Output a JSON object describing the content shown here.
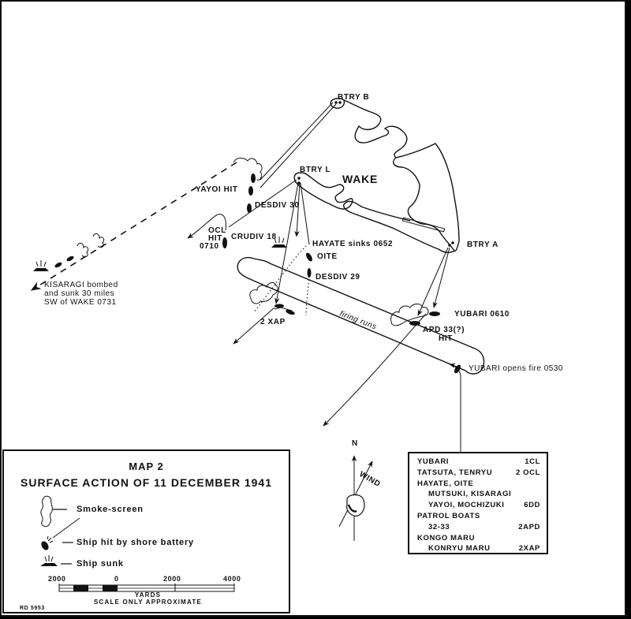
{
  "map": {
    "island_name": "WAKE",
    "batteries": [
      {
        "id": "btry-b",
        "label": "BTRY B"
      },
      {
        "id": "btry-l",
        "label": "BTRY L"
      },
      {
        "id": "btry-a",
        "label": "BTRY A"
      }
    ],
    "annotations": {
      "yayoi_hit": "YAYOI  HIT",
      "desdiv30": "DESDIV 30",
      "ocl_hit": [
        "OCL",
        "HIT",
        "0710"
      ],
      "crudiv18": "CRUDIV 18",
      "hayate": "HAYATE  sinks 0652",
      "oite": "OITE",
      "desdiv29": "DESDIV 29",
      "kisaragi": [
        "KISARAGI  bombed",
        "and  sunk  30 miles",
        "SW of  WAKE  0731"
      ],
      "two_xap": "2 XAP",
      "firing_runs": "firing  runs",
      "yubari_0610": "YUBARI  0610",
      "apd33": [
        "APD 33(?)",
        "HIT"
      ],
      "yubari_opens": "YUBARI  opens  fire  0530"
    },
    "compass": {
      "north": "N",
      "wind": "WIND"
    }
  },
  "legend": {
    "map_number": "MAP 2",
    "title": "SURFACE ACTION OF 11 DECEMBER 1941",
    "items": [
      {
        "symbol": "smoke-screen",
        "label": "Smoke-screen"
      },
      {
        "symbol": "ship-hit",
        "label": "Ship hit by shore battery"
      },
      {
        "symbol": "ship-sunk",
        "label": "Ship sunk"
      }
    ],
    "scale": {
      "ticks": [
        "2000",
        "0",
        "2000",
        "4000"
      ],
      "unit": "YARDS",
      "note": "SCALE ONLY APPROXIMATE"
    },
    "ref_code": "RD 5953"
  },
  "forces": [
    {
      "name": "YUBARI",
      "type": "1CL",
      "indent": false
    },
    {
      "name": "TATSUTA, TENRYU",
      "type": "2 OCL",
      "indent": false
    },
    {
      "name": "HAYATE, OITE",
      "type": "",
      "indent": false
    },
    {
      "name": "MUTSUKI, KISARAGI",
      "type": "",
      "indent": true
    },
    {
      "name": "YAYOI, MOCHIZUKI",
      "type": "6DD",
      "indent": true
    },
    {
      "name": "PATROL  BOATS",
      "type": "",
      "indent": false
    },
    {
      "name": "32-33",
      "type": "2APD",
      "indent": true
    },
    {
      "name": "KONGO  MARU",
      "type": "",
      "indent": false
    },
    {
      "name": "KONRYU  MARU",
      "type": "2XAP",
      "indent": true
    }
  ]
}
